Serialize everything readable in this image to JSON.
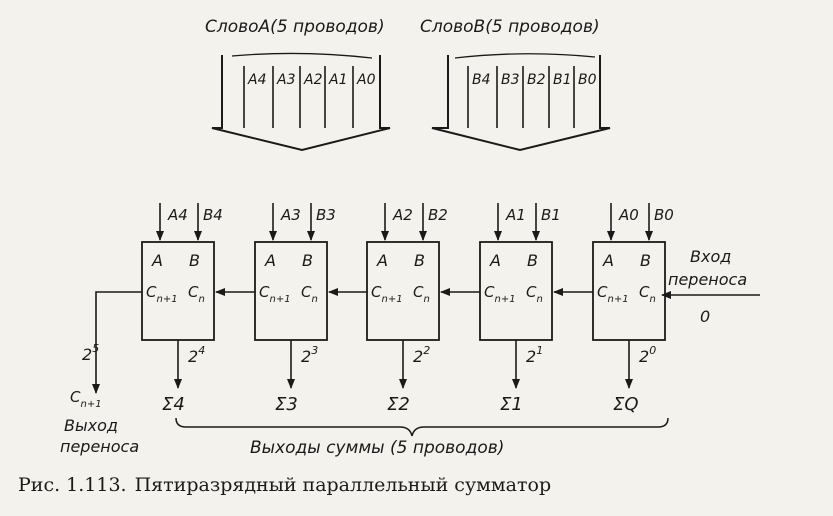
{
  "word_a": {
    "title": "СловоА(5 проводов)",
    "wires": [
      "A4",
      "A3",
      "A2",
      "A1",
      "A0"
    ]
  },
  "word_b": {
    "title": "СловоВ(5 проводов)",
    "wires": [
      "B4",
      "B3",
      "B2",
      "B1",
      "B0"
    ]
  },
  "adders": [
    {
      "in_a": "A4",
      "in_b": "B4",
      "port_a": "A",
      "port_b": "B",
      "carry_out": "C",
      "carry_out_sub": "n+1",
      "carry_in": "C",
      "carry_in_sub": "n",
      "weight": "2",
      "weight_exp": "4",
      "sum": "Σ4"
    },
    {
      "in_a": "A3",
      "in_b": "B3",
      "port_a": "A",
      "port_b": "B",
      "carry_out": "C",
      "carry_out_sub": "n+1",
      "carry_in": "C",
      "carry_in_sub": "n",
      "weight": "2",
      "weight_exp": "3",
      "sum": "Σ3"
    },
    {
      "in_a": "A2",
      "in_b": "B2",
      "port_a": "A",
      "port_b": "B",
      "carry_out": "C",
      "carry_out_sub": "n+1",
      "carry_in": "C",
      "carry_in_sub": "n",
      "weight": "2",
      "weight_exp": "2",
      "sum": "Σ2"
    },
    {
      "in_a": "A1",
      "in_b": "B1",
      "port_a": "A",
      "port_b": "B",
      "carry_out": "C",
      "carry_out_sub": "n+1",
      "carry_in": "C",
      "carry_in_sub": "n",
      "weight": "2",
      "weight_exp": "1",
      "sum": "Σ1"
    },
    {
      "in_a": "A0",
      "in_b": "B0",
      "port_a": "A",
      "port_b": "B",
      "carry_out": "C",
      "carry_out_sub": "n+1",
      "carry_in": "C",
      "carry_in_sub": "n",
      "weight": "2",
      "weight_exp": "0",
      "sum": "ΣQ"
    }
  ],
  "carry_input": {
    "line1": "Вход",
    "line2": "переноса",
    "value": "0"
  },
  "carry_output": {
    "weight": "2",
    "weight_exp": "5",
    "symbol": "C",
    "symbol_sub": "n+1",
    "line1": "Выход",
    "line2": "переноса"
  },
  "sum_outputs_label": "Выходы суммы (5 проводов)",
  "caption": {
    "number": "Рис. 1.113.",
    "text": "Пятиразрядный параллельный сумматор"
  }
}
